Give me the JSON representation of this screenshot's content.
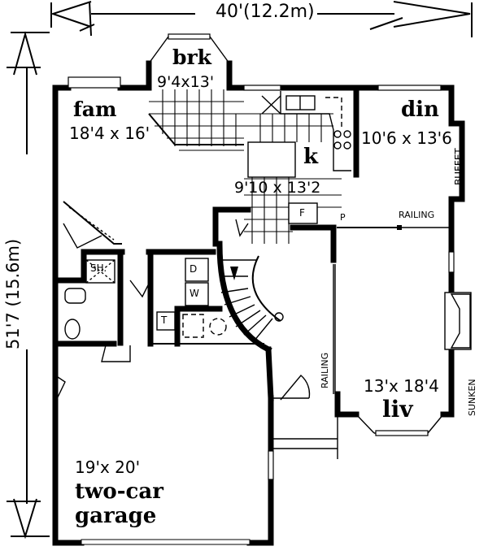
{
  "colors": {
    "ink": "#000000",
    "paper": "#ffffff"
  },
  "overall_dimensions": {
    "width": "40'(12.2m)",
    "depth": "51'7 (15.6m)"
  },
  "rooms": [
    {
      "id": "brk",
      "name": "brk",
      "size": "9'4x13'"
    },
    {
      "id": "fam",
      "name": "fam",
      "size": "18'4 x 16'"
    },
    {
      "id": "din",
      "name": "din",
      "size": "10'6 x 13'6"
    },
    {
      "id": "k",
      "name": "k",
      "size": "9'10 x 13'2"
    },
    {
      "id": "liv",
      "name": "liv",
      "size": "13'x 18'4"
    },
    {
      "id": "garage",
      "name": "two-car",
      "name2": "garage",
      "size": "19'x 20'"
    }
  ],
  "annotations": {
    "buffet": "BUFFET",
    "railing_dining": "RAILING",
    "railing_foyer": "RAILING",
    "sunken": "SUNKEN",
    "shower": "SH.",
    "dryer": "D",
    "washer": "W",
    "tub": "T",
    "fridge": "F",
    "pantry": "P"
  }
}
